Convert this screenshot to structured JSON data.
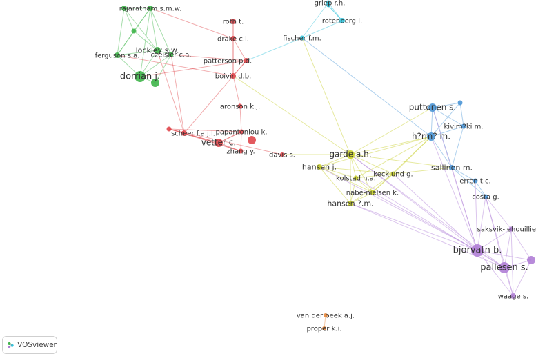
{
  "app": {
    "logo_text": "VOSviewer"
  },
  "clusters": {
    "green": "#3fb54a",
    "red": "#e0474c",
    "cyan": "#35c4dc",
    "blue": "#4b96d6",
    "yellow": "#c8cf2b",
    "purple": "#b07ed6",
    "orange": "#e8873a"
  },
  "nodes": [
    {
      "id": "rajaratnam",
      "label": "rajaratnam s.m.w.",
      "cluster": "green"
    },
    {
      "id": "lockley",
      "label": "lockley s.w.",
      "cluster": "green"
    },
    {
      "id": "ferguson",
      "label": "ferguson s.a.",
      "cluster": "green"
    },
    {
      "id": "czeisler",
      "label": "czeisler c.a.",
      "cluster": "green"
    },
    {
      "id": "dorrian",
      "label": "dorrian j.",
      "cluster": "green"
    },
    {
      "id": "green_a",
      "label": "",
      "cluster": "green"
    },
    {
      "id": "green_b",
      "label": "",
      "cluster": "green"
    },
    {
      "id": "green_c",
      "label": "",
      "cluster": "green"
    },
    {
      "id": "roth",
      "label": "roth t.",
      "cluster": "red"
    },
    {
      "id": "drake",
      "label": "drake c.l.",
      "cluster": "red"
    },
    {
      "id": "patterson",
      "label": "patterson p.d.",
      "cluster": "red"
    },
    {
      "id": "boivin",
      "label": "boivin d.b.",
      "cluster": "red"
    },
    {
      "id": "aronson",
      "label": "aronson k.j.",
      "cluster": "red"
    },
    {
      "id": "papantoniou",
      "label": "papantoniou k.",
      "cluster": "red"
    },
    {
      "id": "scheer",
      "label": "scheer f.a.j.l.",
      "cluster": "red"
    },
    {
      "id": "vetter",
      "label": "vetter c.",
      "cluster": "red"
    },
    {
      "id": "zhang",
      "label": "zhang y.",
      "cluster": "red"
    },
    {
      "id": "davis",
      "label": "davis s.",
      "cluster": "red"
    },
    {
      "id": "red_a",
      "label": "",
      "cluster": "red"
    },
    {
      "id": "griep",
      "label": "griep r.h.",
      "cluster": "cyan"
    },
    {
      "id": "rotenberg",
      "label": "rotenberg l.",
      "cluster": "cyan"
    },
    {
      "id": "fischer",
      "label": "fischer f.m.",
      "cluster": "cyan"
    },
    {
      "id": "cyan_a",
      "label": "",
      "cluster": "cyan"
    },
    {
      "id": "puttonen",
      "label": "puttonen s.",
      "cluster": "blue"
    },
    {
      "id": "harma",
      "label": "h?rm? m.",
      "cluster": "blue"
    },
    {
      "id": "kivimaki",
      "label": "kivim?ki m.",
      "cluster": "blue"
    },
    {
      "id": "sallinen",
      "label": "sallinen m.",
      "cluster": "blue"
    },
    {
      "id": "erren",
      "label": "erren t.c.",
      "cluster": "blue"
    },
    {
      "id": "costa",
      "label": "costa g.",
      "cluster": "blue"
    },
    {
      "id": "blue_a",
      "label": "",
      "cluster": "blue"
    },
    {
      "id": "garde",
      "label": "garde a.h.",
      "cluster": "yellow"
    },
    {
      "id": "hansenj",
      "label": "hansen j.",
      "cluster": "yellow"
    },
    {
      "id": "kolstad",
      "label": "kolstad h.a.",
      "cluster": "yellow"
    },
    {
      "id": "kecklund",
      "label": "kecklund g.",
      "cluster": "yellow"
    },
    {
      "id": "nabe",
      "label": "nabe-nielsen k.",
      "cluster": "yellow"
    },
    {
      "id": "hansenm",
      "label": "hansen ?.m.",
      "cluster": "yellow"
    },
    {
      "id": "saksvik",
      "label": "saksvik-lehouillier i.",
      "cluster": "purple"
    },
    {
      "id": "bjorvatn",
      "label": "bjorvatn b.",
      "cluster": "purple"
    },
    {
      "id": "pallesen",
      "label": "pallesen s.",
      "cluster": "purple"
    },
    {
      "id": "waage",
      "label": "waage s.",
      "cluster": "purple"
    },
    {
      "id": "purple_a",
      "label": "",
      "cluster": "purple"
    },
    {
      "id": "vanderbeek",
      "label": "van der beek a.j.",
      "cluster": "orange"
    },
    {
      "id": "proper",
      "label": "proper k.i.",
      "cluster": "orange"
    }
  ],
  "links": [
    [
      "rajaratnam",
      "lockley"
    ],
    [
      "rajaratnam",
      "green_a"
    ],
    [
      "rajaratnam",
      "green_b"
    ],
    [
      "rajaratnam",
      "ferguson"
    ],
    [
      "rajaratnam",
      "dorrian"
    ],
    [
      "rajaratnam",
      "czeisler"
    ],
    [
      "lockley",
      "green_b"
    ],
    [
      "lockley",
      "czeisler"
    ],
    [
      "lockley",
      "ferguson"
    ],
    [
      "lockley",
      "dorrian"
    ],
    [
      "lockley",
      "green_a"
    ],
    [
      "ferguson",
      "green_b"
    ],
    [
      "ferguson",
      "dorrian"
    ],
    [
      "ferguson",
      "green_a"
    ],
    [
      "czeisler",
      "green_c"
    ],
    [
      "czeisler",
      "dorrian"
    ],
    [
      "dorrian",
      "green_c"
    ],
    [
      "green_a",
      "green_b"
    ],
    [
      "czeisler",
      "scheer"
    ],
    [
      "lockley",
      "scheer"
    ],
    [
      "czeisler",
      "patterson"
    ],
    [
      "ferguson",
      "boivin"
    ],
    [
      "dorrian",
      "patterson"
    ],
    [
      "rajaratnam",
      "drake"
    ],
    [
      "roth",
      "drake"
    ],
    [
      "roth",
      "boivin"
    ],
    [
      "drake",
      "patterson"
    ],
    [
      "drake",
      "boivin"
    ],
    [
      "patterson",
      "boivin"
    ],
    [
      "boivin",
      "aronson"
    ],
    [
      "aronson",
      "papantoniou"
    ],
    [
      "papantoniou",
      "vetter"
    ],
    [
      "papantoniou",
      "red_a"
    ],
    [
      "vetter",
      "red_a"
    ],
    [
      "vetter",
      "scheer"
    ],
    [
      "vetter",
      "zhang"
    ],
    [
      "scheer",
      "zhang"
    ],
    [
      "zhang",
      "red_a"
    ],
    [
      "scheer",
      "red_a"
    ],
    [
      "red_a",
      "davis"
    ],
    [
      "papantoniou",
      "zhang"
    ],
    [
      "davis",
      "garde"
    ],
    [
      "vetter",
      "papantoniou"
    ],
    [
      "patterson",
      "fischer"
    ],
    [
      "boivin",
      "garde"
    ],
    [
      "patterson",
      "scheer"
    ],
    [
      "cyan_a",
      "griep"
    ],
    [
      "cyan_a",
      "rotenberg"
    ],
    [
      "griep",
      "rotenberg"
    ],
    [
      "griep",
      "fischer"
    ],
    [
      "rotenberg",
      "fischer"
    ],
    [
      "fischer",
      "garde"
    ],
    [
      "fischer",
      "harma"
    ],
    [
      "rotenberg",
      "cyan_a"
    ],
    [
      "puttonen",
      "harma"
    ],
    [
      "puttonen",
      "kivimaki"
    ],
    [
      "puttonen",
      "blue_a"
    ],
    [
      "puttonen",
      "sallinen"
    ],
    [
      "harma",
      "kivimaki"
    ],
    [
      "harma",
      "sallinen"
    ],
    [
      "harma",
      "blue_a"
    ],
    [
      "kivimaki",
      "blue_a"
    ],
    [
      "kivimaki",
      "sallinen"
    ],
    [
      "sallinen",
      "erren"
    ],
    [
      "sallinen",
      "costa"
    ],
    [
      "erren",
      "costa"
    ],
    [
      "harma",
      "garde"
    ],
    [
      "harma",
      "hansenj"
    ],
    [
      "harma",
      "kecklund"
    ],
    [
      "sallinen",
      "kecklund"
    ],
    [
      "puttonen",
      "garde"
    ],
    [
      "harma",
      "kolstad"
    ],
    [
      "harma",
      "nabe"
    ],
    [
      "sallinen",
      "garde"
    ],
    [
      "costa",
      "saksvik"
    ],
    [
      "costa",
      "bjorvatn"
    ],
    [
      "costa",
      "pallesen"
    ],
    [
      "costa",
      "waage"
    ],
    [
      "sallinen",
      "bjorvatn"
    ],
    [
      "harma",
      "bjorvatn"
    ],
    [
      "puttonen",
      "bjorvatn"
    ],
    [
      "erren",
      "bjorvatn"
    ],
    [
      "garde",
      "hansenj"
    ],
    [
      "garde",
      "kolstad"
    ],
    [
      "garde",
      "kecklund"
    ],
    [
      "garde",
      "nabe"
    ],
    [
      "garde",
      "hansenm"
    ],
    [
      "hansenj",
      "kolstad"
    ],
    [
      "hansenj",
      "nabe"
    ],
    [
      "hansenj",
      "hansenm"
    ],
    [
      "hansenj",
      "kecklund"
    ],
    [
      "kolstad",
      "kecklund"
    ],
    [
      "kolstad",
      "nabe"
    ],
    [
      "kolstad",
      "hansenm"
    ],
    [
      "kecklund",
      "nabe"
    ],
    [
      "kecklund",
      "hansenm"
    ],
    [
      "nabe",
      "hansenm"
    ],
    [
      "garde",
      "bjorvatn"
    ],
    [
      "kecklund",
      "bjorvatn"
    ],
    [
      "hansenm",
      "bjorvatn"
    ],
    [
      "nabe",
      "bjorvatn"
    ],
    [
      "hansenj",
      "bjorvatn"
    ],
    [
      "kolstad",
      "pallesen"
    ],
    [
      "hansenm",
      "pallesen"
    ],
    [
      "garde",
      "pallesen"
    ],
    [
      "bjorvatn",
      "pallesen"
    ],
    [
      "bjorvatn",
      "saksvik"
    ],
    [
      "bjorvatn",
      "waage"
    ],
    [
      "bjorvatn",
      "purple_a"
    ],
    [
      "pallesen",
      "waage"
    ],
    [
      "pallesen",
      "purple_a"
    ],
    [
      "pallesen",
      "saksvik"
    ],
    [
      "saksvik",
      "purple_a"
    ],
    [
      "waage",
      "purple_a"
    ],
    [
      "saksvik",
      "waage"
    ],
    [
      "vanderbeek",
      "proper"
    ]
  ]
}
